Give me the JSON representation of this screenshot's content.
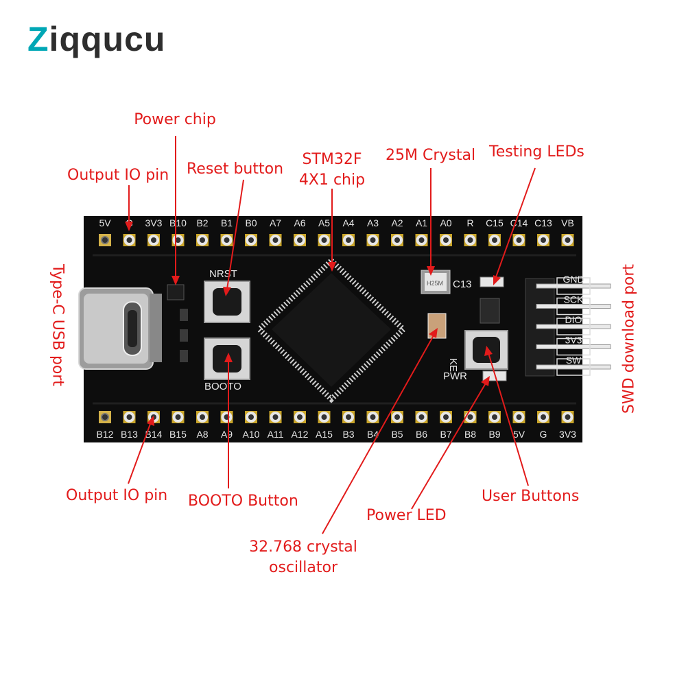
{
  "brand": {
    "prefix": "Z",
    "rest": "iqqucu"
  },
  "labels": {
    "power_chip": "Power chip",
    "output_io_top": "Output IO pin",
    "reset_button": "Reset button",
    "stm32_line1": "STM32F",
    "stm32_line2": "4X1 chip",
    "crystal_25m": "25M Crystal",
    "testing_leds": "Testing LEDs",
    "type_c": "Type-C USB port",
    "swd_port": "SWD download port",
    "output_io_bottom": "Output IO pin",
    "booto_button": "BOOTO Button",
    "crystal_32k_line1": "32.768 crystal",
    "crystal_32k_line2": "oscillator",
    "power_led": "Power LED",
    "user_buttons": "User Buttons"
  },
  "board": {
    "top_pins": [
      "5V",
      "G",
      "3V3",
      "B10",
      "B2",
      "B1",
      "B0",
      "A7",
      "A6",
      "A5",
      "A4",
      "A3",
      "A2",
      "A1",
      "A0",
      "R",
      "C15",
      "C14",
      "C13",
      "VB"
    ],
    "bottom_pins": [
      "B12",
      "B13",
      "B14",
      "B15",
      "A8",
      "A9",
      "A10",
      "A11",
      "A12",
      "A15",
      "B3",
      "B4",
      "B5",
      "B6",
      "B7",
      "B8",
      "B9",
      "5V",
      "G",
      "3V3"
    ],
    "swd_pins": [
      "GND",
      "SCK",
      "DIO",
      "3V3",
      "SW"
    ],
    "silk": {
      "nrst": "NRST",
      "booto": "BOOTO",
      "pwr": "PWR",
      "ke": "KE",
      "c13": "C13",
      "crystal": "H25M"
    }
  },
  "colors": {
    "label": "#e21b1b",
    "pcb": "#0d0d0d",
    "logo_accent": "#00a7b5"
  }
}
